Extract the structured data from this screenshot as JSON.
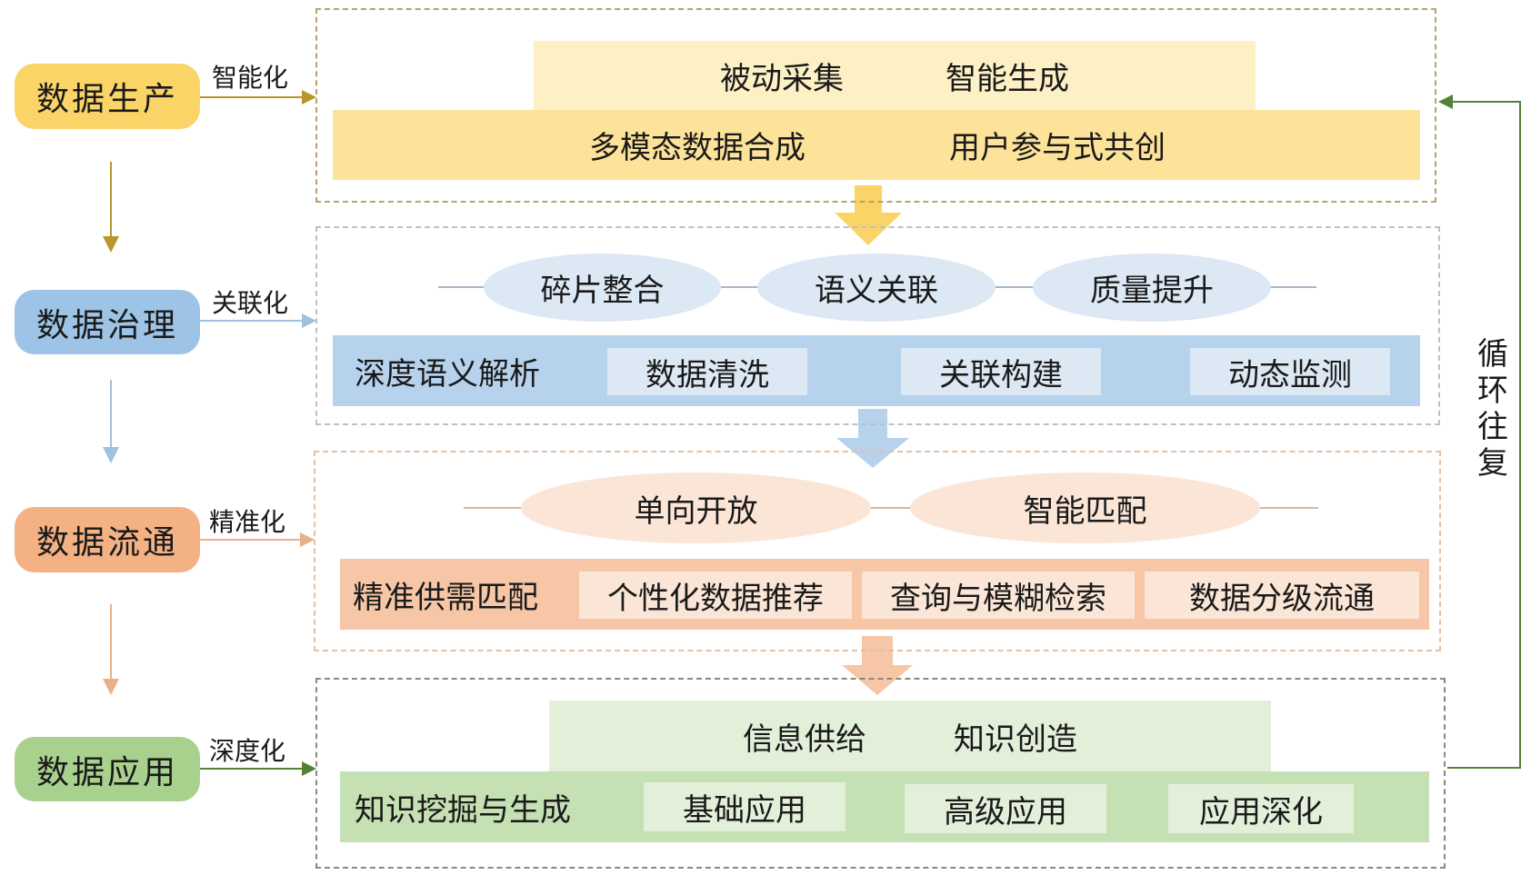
{
  "colors": {
    "production": "#fbd468",
    "production_light": "#fdf0c4",
    "production_band": "#fde29a",
    "production_line": "#b8962b",
    "governance": "#9dc3e6",
    "governance_light": "#dce8f4",
    "governance_band": "#b7d2ec",
    "governance_line": "#9fc0de",
    "circulation": "#f4b183",
    "circulation_light": "#fbe5d6",
    "circulation_band": "#f6c6a6",
    "circulation_line": "#e9b08a",
    "application": "#a9d18e",
    "application_light": "#e2efd9",
    "application_band": "#c5e0b3",
    "application_line": "#548235"
  },
  "stages": [
    {
      "label": "数据生产",
      "edge_label": "智能化"
    },
    {
      "label": "数据治理",
      "edge_label": "关联化"
    },
    {
      "label": "数据流通",
      "edge_label": "精准化"
    },
    {
      "label": "数据应用",
      "edge_label": "深度化"
    }
  ],
  "production": {
    "top_from": "被动采集",
    "top_to": "智能生成",
    "band_items": [
      "多模态数据合成",
      "用户参与式共创"
    ]
  },
  "governance": {
    "ellipses": [
      "碎片整合",
      "语义关联",
      "质量提升"
    ],
    "band_title": "深度语义解析",
    "chips": [
      "数据清洗",
      "关联构建",
      "动态监测"
    ]
  },
  "circulation": {
    "ellipses": [
      "单向开放",
      "智能匹配"
    ],
    "band_title": "精准供需匹配",
    "chips": [
      "个性化数据推荐",
      "查询与模糊检索",
      "数据分级流通"
    ]
  },
  "application": {
    "top_from": "信息供给",
    "top_to": "知识创造",
    "band_title": "知识挖掘与生成",
    "chips": [
      "基础应用",
      "高级应用",
      "应用深化"
    ]
  },
  "loop_label": [
    "循",
    "环",
    "往",
    "复"
  ],
  "icons": {
    "arrow_right": "right-arrow-icon",
    "arrow_down": "down-arrow-icon"
  }
}
